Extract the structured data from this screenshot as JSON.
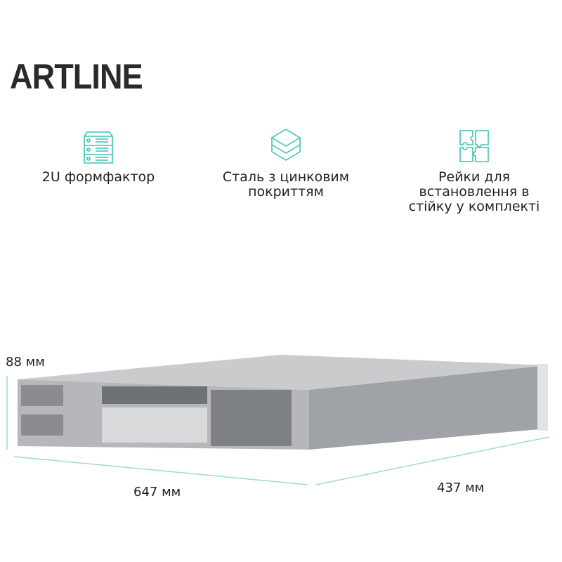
{
  "brand": {
    "logo_text": "ARTLINE"
  },
  "features": [
    {
      "icon": "server-rack-icon",
      "label": "2U формфактор"
    },
    {
      "icon": "layers-icon",
      "label_line1": "Сталь з цинковим",
      "label_line2": "покриттям"
    },
    {
      "icon": "puzzle-icon",
      "label_line1": "Рейки для",
      "label_line2": "встановлення в",
      "label_line3": "стійку у комплекті"
    }
  ],
  "dimensions": {
    "height": "88 мм",
    "width": "647 мм",
    "depth": "437 мм"
  },
  "colors": {
    "accent": "#3cc3b4",
    "dim_line": "#9fd9d1",
    "logo": "#2a2a2a"
  }
}
